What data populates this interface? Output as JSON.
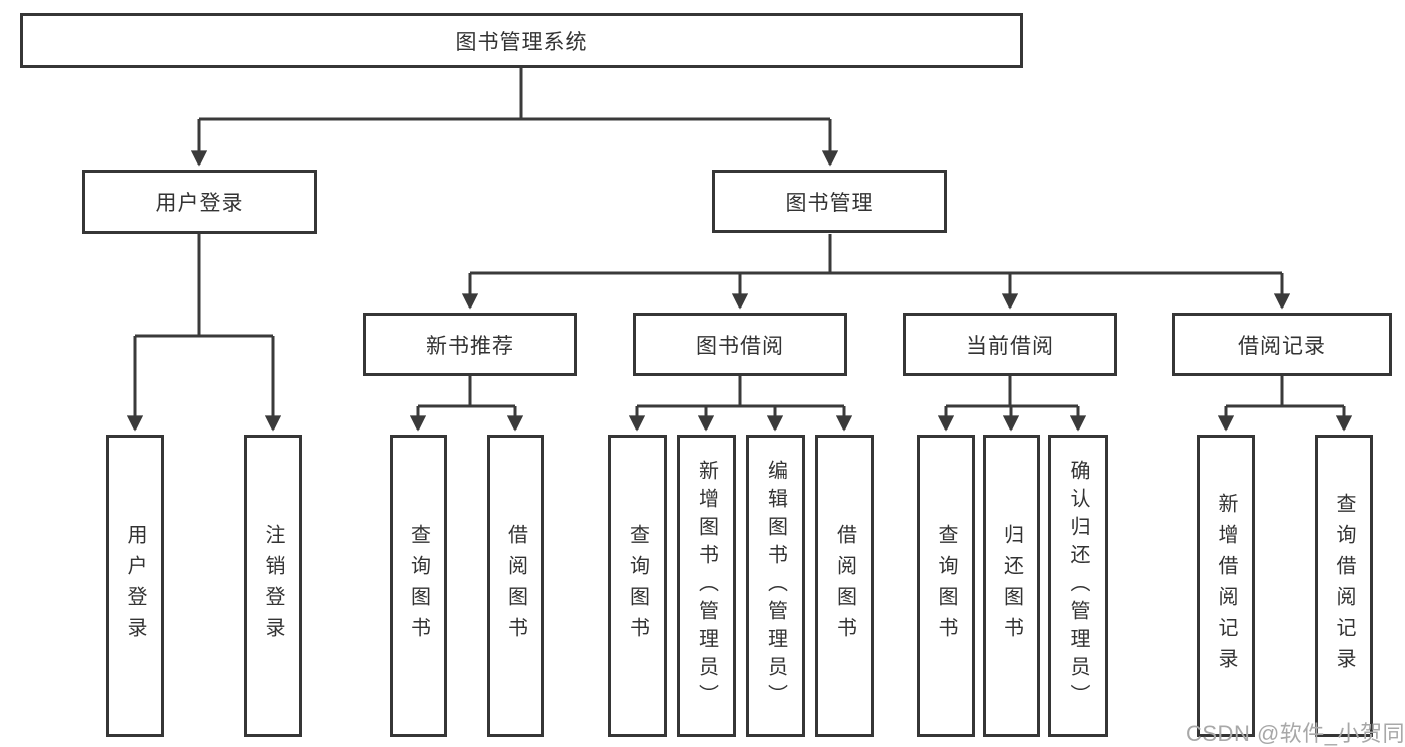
{
  "diagram": {
    "title": "图书管理系统",
    "root": {
      "label": "图书管理系统"
    },
    "branches": [
      {
        "label": "用户登录",
        "children": [
          {
            "label": "用户登录"
          },
          {
            "label": "注销登录"
          }
        ]
      },
      {
        "label": "图书管理",
        "children": [
          {
            "label": "新书推荐",
            "children": [
              {
                "label": "查询图书"
              },
              {
                "label": "借阅图书"
              }
            ]
          },
          {
            "label": "图书借阅",
            "children": [
              {
                "label": "查询图书"
              },
              {
                "label": "新增图书（管理员）"
              },
              {
                "label": "编辑图书（管理员）"
              },
              {
                "label": "借阅图书"
              }
            ]
          },
          {
            "label": "当前借阅",
            "children": [
              {
                "label": "查询图书"
              },
              {
                "label": "归还图书"
              },
              {
                "label": "确认归还（管理员）"
              }
            ]
          },
          {
            "label": "借阅记录",
            "children": [
              {
                "label": "新增借阅记录"
              },
              {
                "label": "查询借阅记录"
              }
            ]
          }
        ]
      }
    ]
  },
  "watermark": {
    "text": "CSDN @软件_小贺同学"
  },
  "colors": {
    "line": "#3a3a3a",
    "box_border": "#363636",
    "text": "#333333",
    "watermark": "#a8a8a8",
    "background": "#ffffff"
  }
}
